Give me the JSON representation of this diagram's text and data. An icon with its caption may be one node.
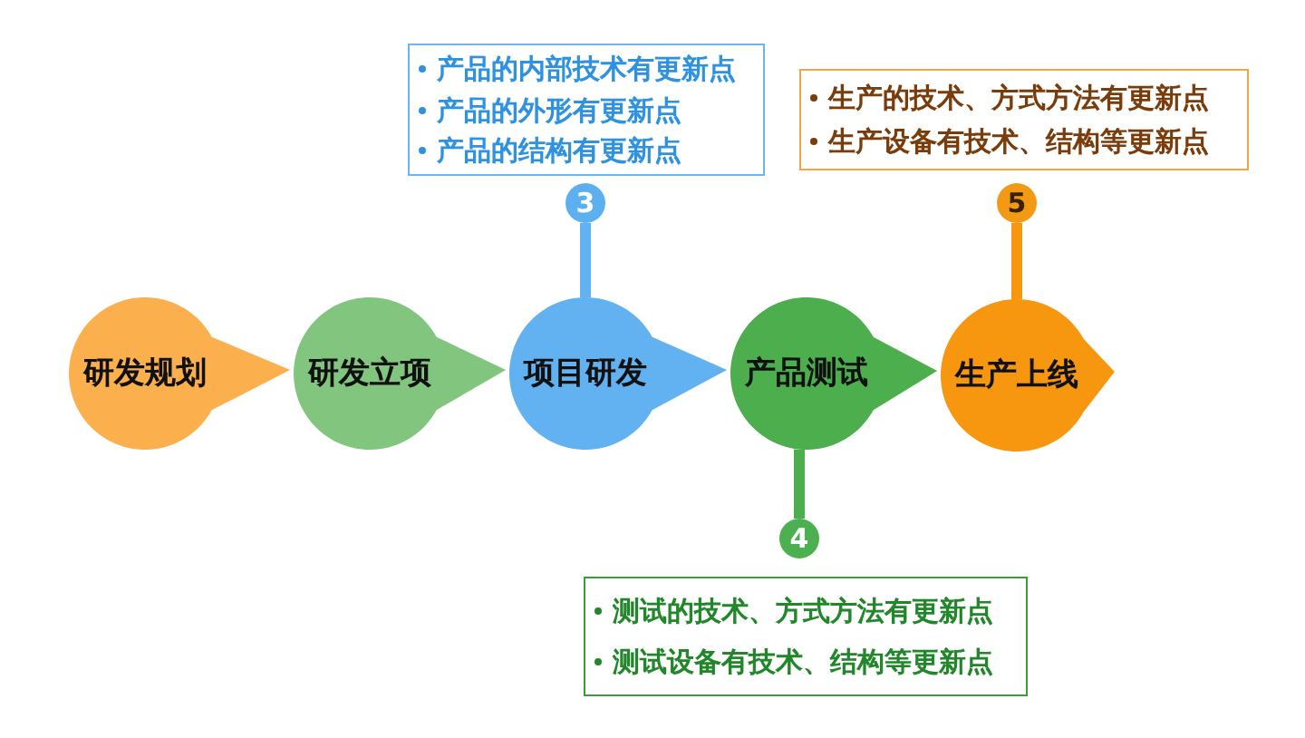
{
  "diagram": {
    "nodes": [
      {
        "text": [
          "研发规划"
        ]
      },
      {
        "text": [
          "研发立项"
        ]
      },
      {
        "text": [
          "项目研发"
        ]
      },
      {
        "text": [
          "产品测试"
        ]
      },
      {
        "text": [
          "生产上线"
        ]
      },
      {
        "text": [
          "3"
        ]
      },
      {
        "text": [
          "产品的内部技术有更新点",
          "产品的外形有更新点",
          "产品的结构有更新点"
        ]
      },
      {
        "text": [
          "4"
        ]
      },
      {
        "text": [
          "测试的技术、方式方法有更新点",
          "测试设备有技术、结构等更新点"
        ]
      },
      {
        "text": [
          "5"
        ]
      },
      {
        "text": [
          "生产的技术、方式方法有更新点",
          "生产设备有技术、结构等更新点"
        ]
      }
    ],
    "edges": [
      {
        "from": 0,
        "to": 1,
        "arrow": "to",
        "color": "#fbb04d"
      },
      {
        "from": 1,
        "to": 2,
        "arrow": "to",
        "color": "#82c57f"
      },
      {
        "from": 2,
        "to": 3,
        "arrow": "to",
        "color": "#62b2f2"
      },
      {
        "from": 3,
        "to": 4,
        "arrow": "to",
        "color": "#4cae4c"
      },
      {
        "from": 4,
        "to": null,
        "arrow": "to",
        "color": "#f7960f"
      },
      {
        "from": 2,
        "to": 5,
        "arrow": "none",
        "color": "#62b2f2"
      },
      {
        "from": 3,
        "to": 7,
        "arrow": "none",
        "color": "#4cae4c"
      },
      {
        "from": 4,
        "to": 9,
        "arrow": "none",
        "color": "#f7960f"
      }
    ]
  }
}
